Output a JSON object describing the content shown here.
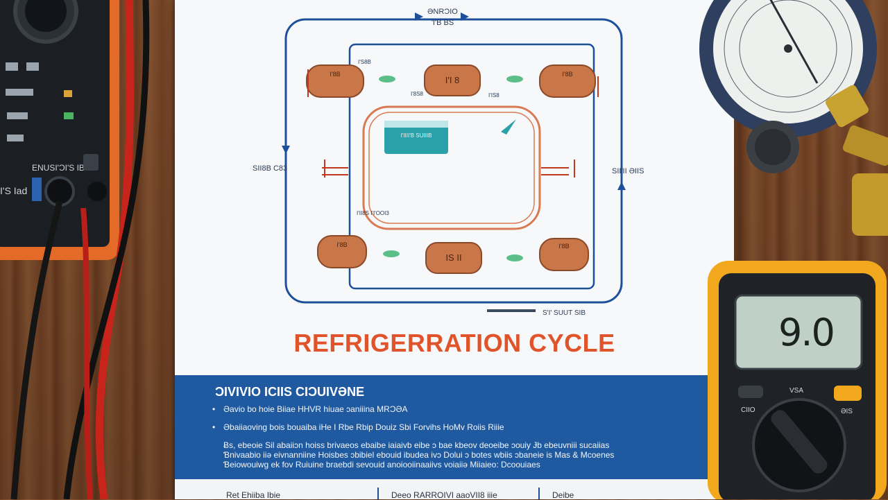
{
  "poster": {
    "title": "REFRIGERRATION CYCLE",
    "colors": {
      "title": "#e0542c",
      "pipe_blue": "#1d4f9a",
      "pipe_copper": "#d97a52",
      "component": "#c97648",
      "tank": "#2aa0a8",
      "band": "#1f5aa0"
    },
    "diagram_labels": {
      "top_center": "ƏNRƆIO\n'I'B BS",
      "left_side": "SII8B C83",
      "right_side": "SII'II ƏIIS",
      "bottom_right": "S'I' SUUT SIB",
      "inner_top_left": "I'S8B",
      "inner_top_mid": "I'8S8",
      "inner_top_right": "I'IS8",
      "inner_bottom_left": "I'II8S\nI'I'OOI3",
      "tank_label": "I'IIII'B\nSUIIIB"
    },
    "component_labels": {
      "top_mid": "I'I 8",
      "bottom_mid": "IS II",
      "top_left": "I'8B",
      "top_right": "I'8B",
      "bottom_left": "I'8B",
      "bottom_right": "I'8B"
    },
    "band": {
      "heading": "ƆIVIVIO ICIIS CIƆUIVƏNE",
      "bullet_lines": [
        "Əavio bo hoie Biiae HHVR hiuae ɔaniiina MRƆƏA",
        "Əbaiiaoving bois bouaiba iHe I Rbe Rbip Douiz Sbi Forvihs HoMv Roiis Riiie"
      ],
      "paragraph_lines": [
        "Ƀs, ebeoie Sil abaiiɔn hoiss brivaeos ebaibe iaiaivb eibe ɔ bae kbeov deoeibe ɔouiy Ɉb ebeuvniii sucaiias",
        "Ɓnivaabio iiə eivnanniine Hoisbes ɔbibiel ebouid ibudea ivɔ Dolui ɔ botes wbiis ɔbaneie is Mas & Mcoenes",
        "Ɓeiowouiwg ek fov Ruiuine braebdi sevouid anoiooiinaaiivs voiaiiə Miiaieo: Dcoouiaes"
      ]
    },
    "footer": {
      "cells": [
        "Ret Ehiiba Ibie",
        "Deeo RARROIVI aaoVII8 iiie",
        "Deibe"
      ]
    }
  },
  "multimeter_right": {
    "display_value": "9.0",
    "body_color": "#f2a81d",
    "lcd_color": "#bfd1c6",
    "knob_labels": [
      "CIIO",
      "VSA",
      "ƏIS"
    ]
  },
  "multimeter_left": {
    "panel_label": "ENUSI'ƆI'S IB'S",
    "small_label": "I'S Iad",
    "color": "#e46a28"
  },
  "gauge": {
    "color": "#2f3f5f"
  }
}
